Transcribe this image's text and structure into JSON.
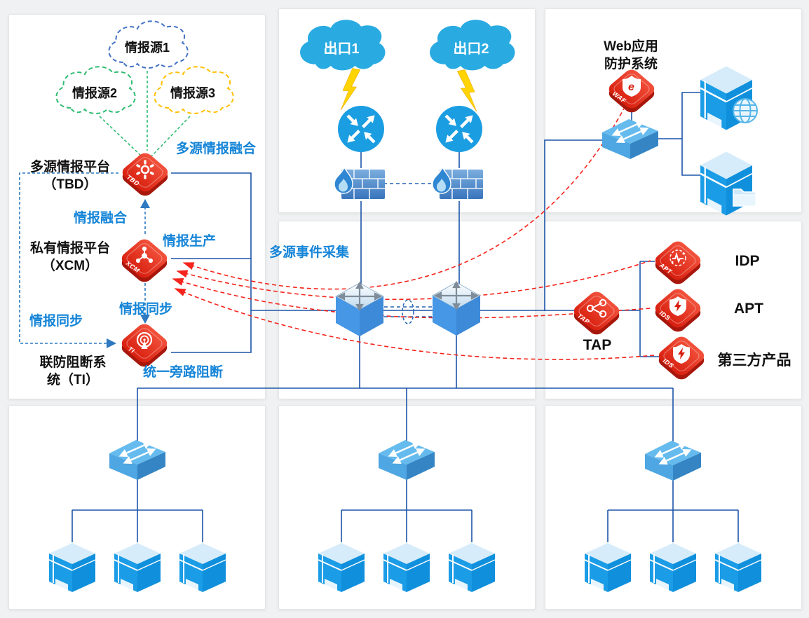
{
  "intel": {
    "sources": [
      "情报源1",
      "情报源2",
      "情报源3"
    ],
    "tbd": {
      "name_line1": "多源情报平台",
      "name_line2": "（TBD）",
      "badge": "TBD"
    },
    "xcm": {
      "name_line1": "私有情报平台",
      "name_line2": "（XCM）",
      "badge": "XCM"
    },
    "ti": {
      "name_line1": "联防阻断系",
      "name_line2": "统（TI）",
      "badge": "TI"
    },
    "labels": {
      "multi_fusion": "多源情报融合",
      "fusion": "情报融合",
      "produce": "情报生产",
      "sync": "情报同步",
      "sync_left": "情报同步",
      "bypass_block": "统一旁路阻断"
    }
  },
  "egress": {
    "cloud1": "出口1",
    "cloud2": "出口2"
  },
  "waf": {
    "title_line1": "Web应用",
    "title_line2": "防护系统",
    "badge": "WAF",
    "icon_letter": "e"
  },
  "collection_label": "多源事件采集",
  "security": {
    "tap": {
      "badge": "TAP",
      "label": "TAP"
    },
    "idp": {
      "badge": "APT",
      "label": "IDP"
    },
    "apt": {
      "badge": "IDS",
      "label": "APT"
    },
    "third": {
      "badge": "IDS",
      "label": "第三方产品"
    }
  },
  "colors": {
    "device_red": "#e1251b",
    "line_blue": "#1d55a8",
    "label_blue": "#1585d8",
    "dashed_red": "#f5241c",
    "cloud_blue": "#29abe2",
    "green_link": "#2fbc71",
    "source1_outline": "#4472c4",
    "source3_outline": "#ffc000"
  }
}
